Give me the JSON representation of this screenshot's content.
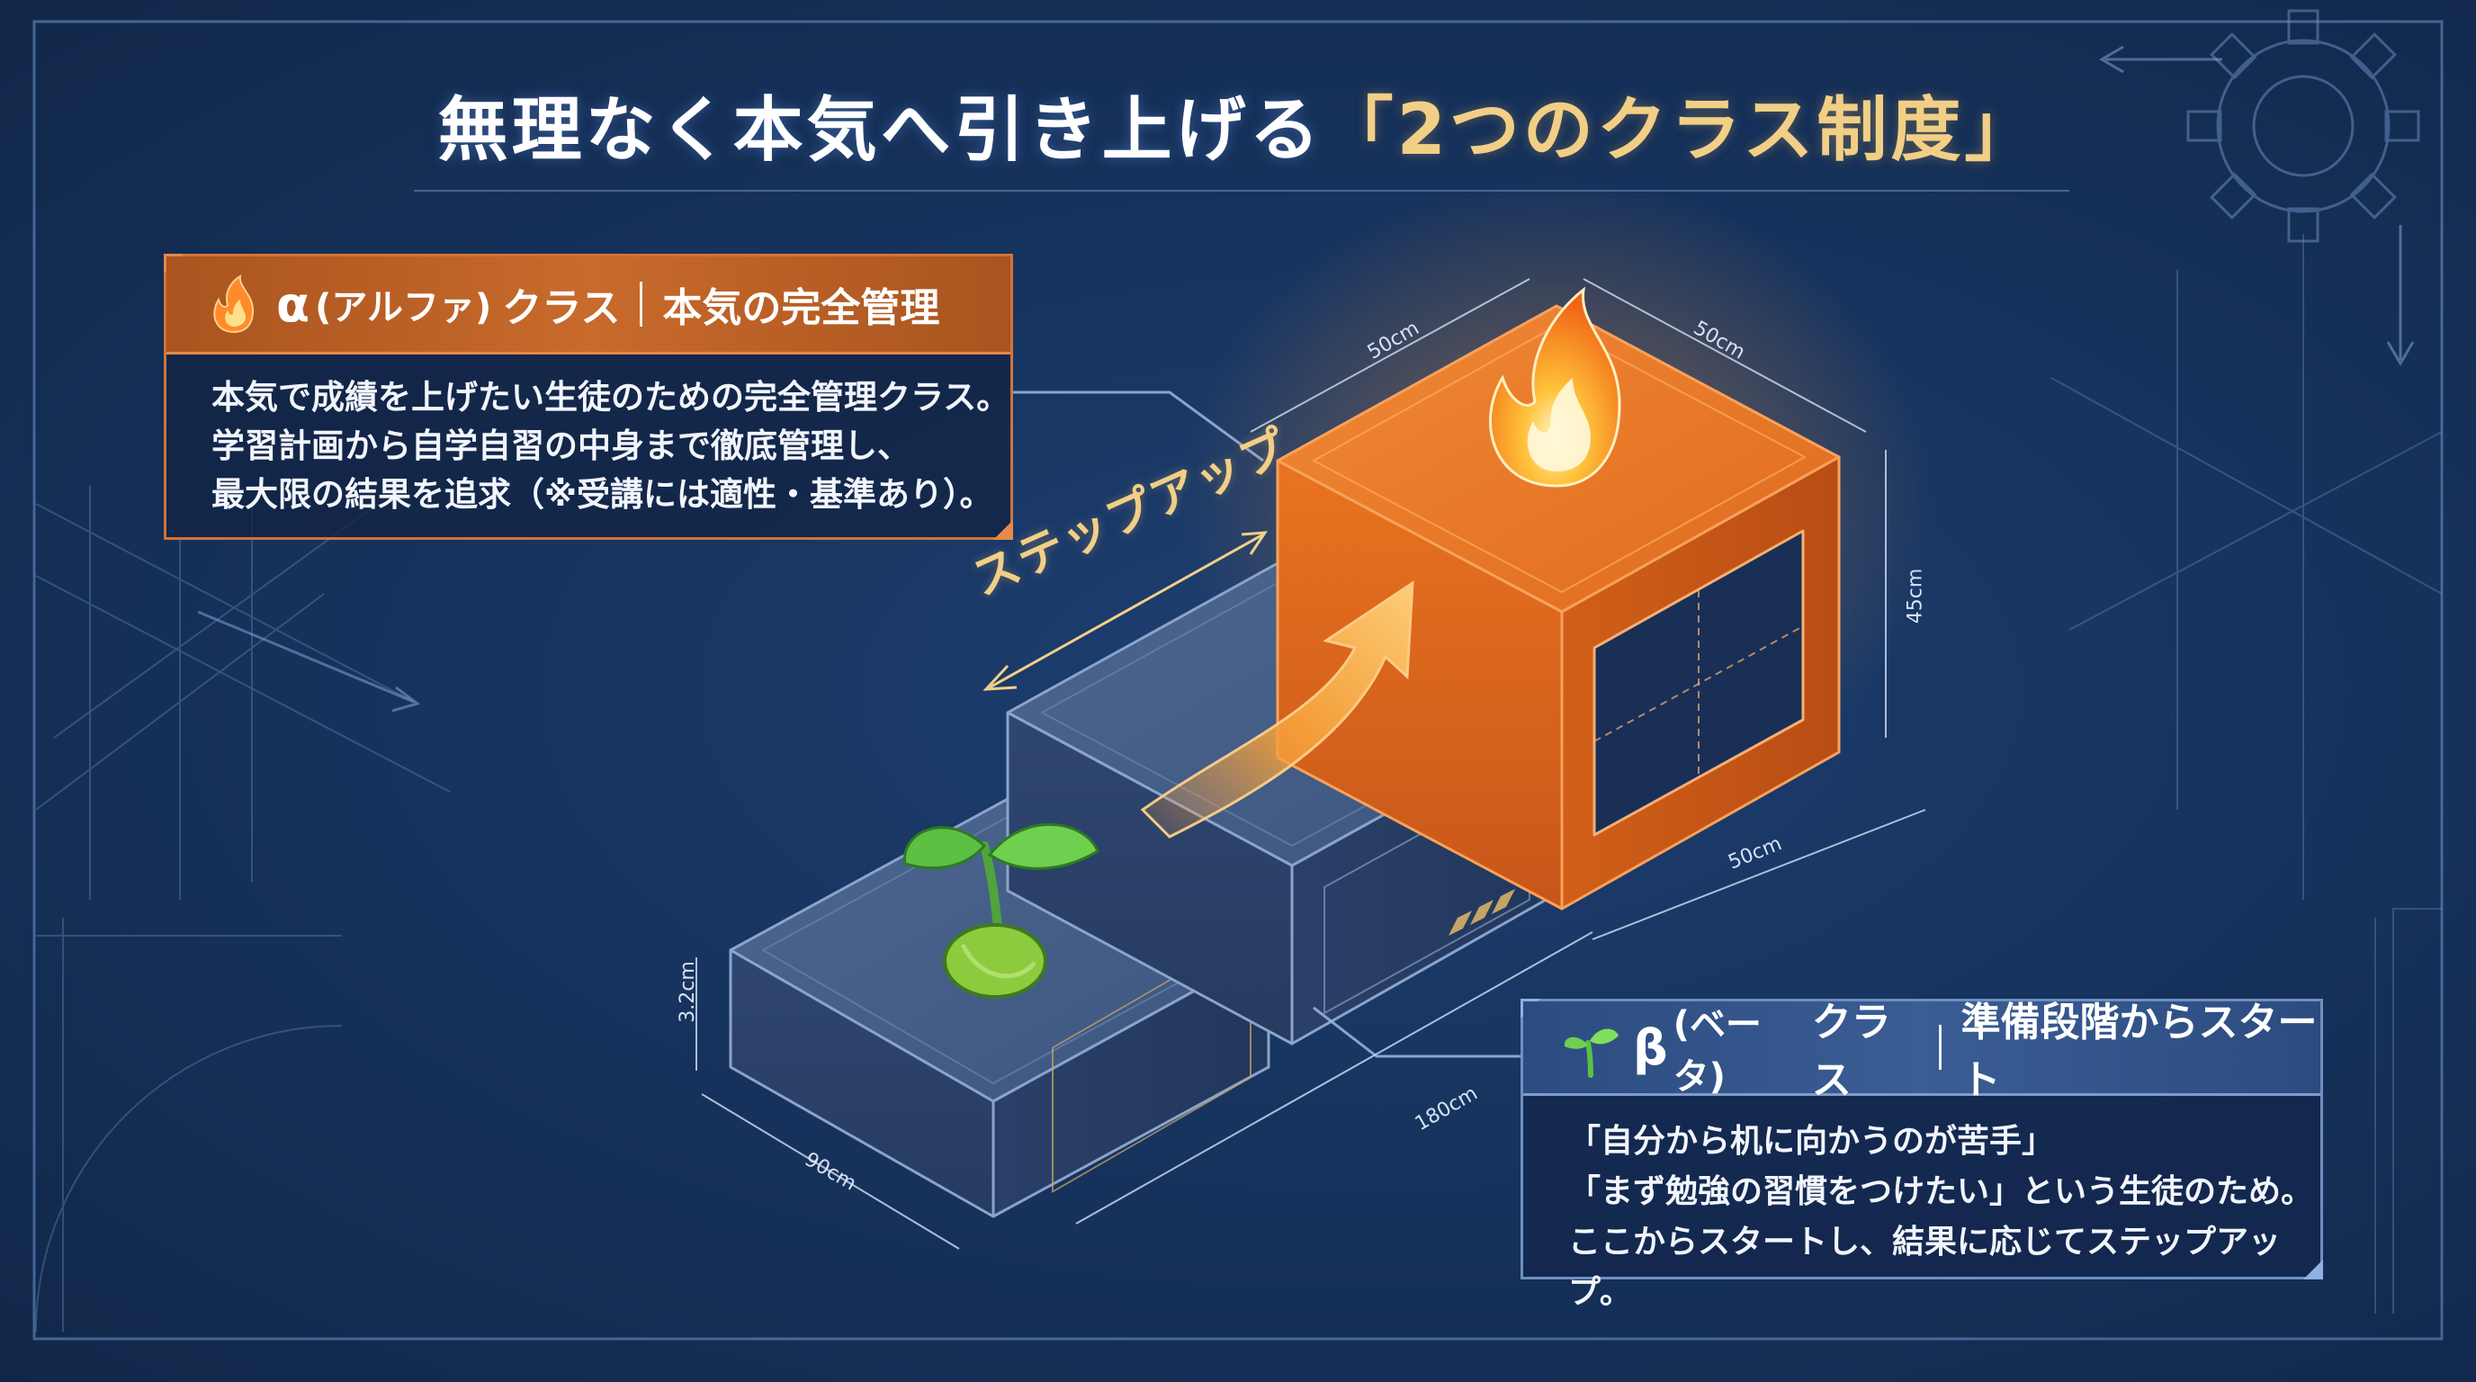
{
  "title": {
    "main": "無理なく本気へ引き上げる",
    "accent": "「2つのクラス制度」"
  },
  "alpha": {
    "greek": "α",
    "reading": "(アルファ)",
    "name": "クラス",
    "subtitle": "本気の完全管理",
    "lines": [
      "本気で成績を上げたい生徒のための完全管理クラス。",
      "学習計画から自学自習の中身まで徹底管理し、",
      "最大限の結果を追求（※受講には適性・基準あり）。"
    ],
    "icon": "flame-icon"
  },
  "beta": {
    "greek": "β",
    "reading": "(ベータ)",
    "name": "クラス",
    "subtitle": "準備段階からスタート",
    "lines": [
      "「自分から机に向かうのが苦手」",
      "「まず勉強の習慣をつけたい」という生徒のため。",
      "ここからスタートし、結果に応じてステップアップ。"
    ],
    "icon": "sprout-icon"
  },
  "stepup_label": "ステップアップ",
  "dimensions": {
    "top_left": "50cm",
    "top_right": "50cm",
    "height_right": "45cm",
    "bottom_right": "50cm",
    "height_left": "3.2cm",
    "bottom_front": "180cm",
    "bottom_left": "90cm"
  },
  "colors": {
    "background": "#17345f",
    "alpha_accent": "#d2733a",
    "beta_accent": "#6f8fbf",
    "title_accent": "#f2cf86"
  }
}
